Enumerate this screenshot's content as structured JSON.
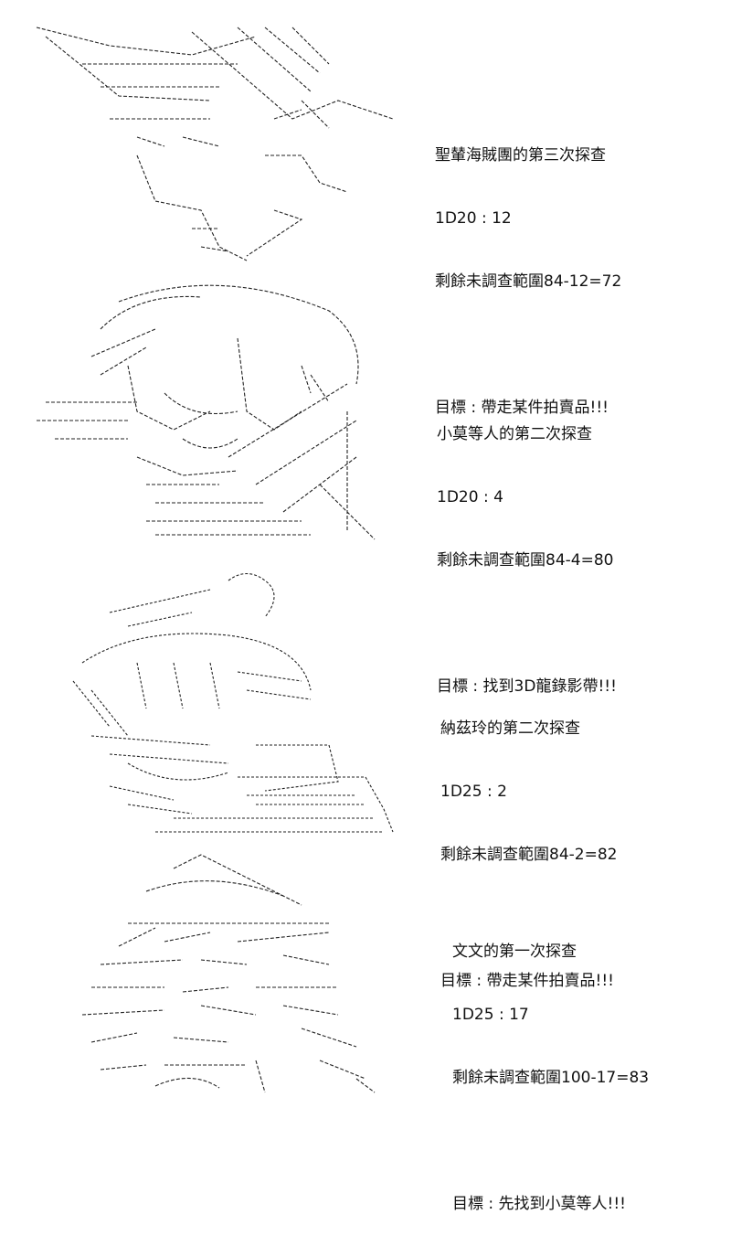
{
  "panels": [
    {
      "art": "ascii-art-portrait-1",
      "lines": [
        "聖輦海賊團的第三次探查",
        "1D20 : 12",
        "剩餘未調查範圍84-12=72"
      ],
      "goal": "目標 : 帶走某件拍賣品!!!"
    },
    {
      "art": "ascii-art-portrait-2",
      "lines": [
        "小莫等人的第二次探查",
        "1D20 : 4",
        "剩餘未調查範圍84-4=80"
      ],
      "goal": "目標 : 找到3D龍錄影帶!!!"
    },
    {
      "art": "ascii-art-portrait-3",
      "lines": [
        "納茲玲的第二次探查",
        "1D25 : 2",
        "剩餘未調查範圍84-2=82"
      ],
      "goal": "目標 : 帶走某件拍賣品!!!"
    },
    {
      "art": "ascii-art-portrait-4",
      "lines": [
        "文文的第一次探查",
        "1D25 : 17",
        "剩餘未調查範圍100-17=83"
      ],
      "goal": "目標 : 先找到小莫等人!!!"
    }
  ],
  "colors": {
    "ink": "#111111",
    "background": "#ffffff"
  }
}
